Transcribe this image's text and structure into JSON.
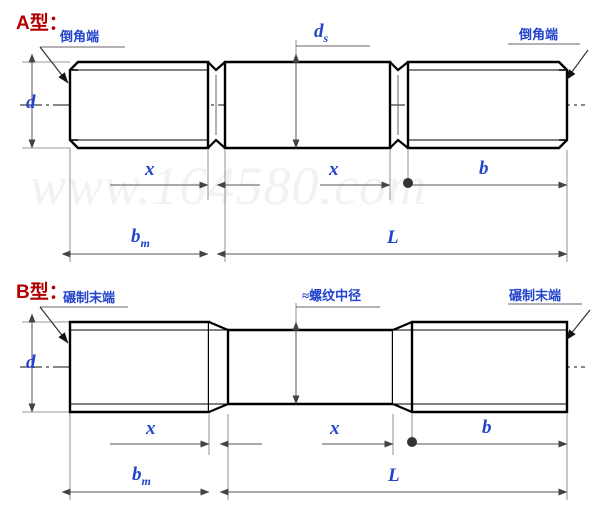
{
  "drawing": {
    "title_a": "A型：",
    "title_b": "B型：",
    "watermark": "www.164580.com"
  },
  "colors": {
    "type_label": "#b00000",
    "annotation": "#2244cc",
    "line": "#000000",
    "dimension_line": "#555555",
    "watermark": "#f2f2f2"
  },
  "type_a": {
    "label": "A型：",
    "callout_left": "倒角端",
    "callout_right": "倒角端",
    "shank_label": "d",
    "shank_sub": "s",
    "diameter_label": "d",
    "dims": {
      "x_left": "x",
      "x_right": "x",
      "b": "b",
      "bm": "b",
      "bm_sub": "m",
      "L": "L"
    }
  },
  "type_b": {
    "label": "B型：",
    "callout_left": "碾制末端",
    "callout_right": "碾制末端",
    "center_label": "≈螺纹中径",
    "diameter_label": "d",
    "dims": {
      "x_left": "x",
      "x_right": "x",
      "b": "b",
      "bm": "b",
      "bm_sub": "m",
      "L": "L"
    }
  }
}
